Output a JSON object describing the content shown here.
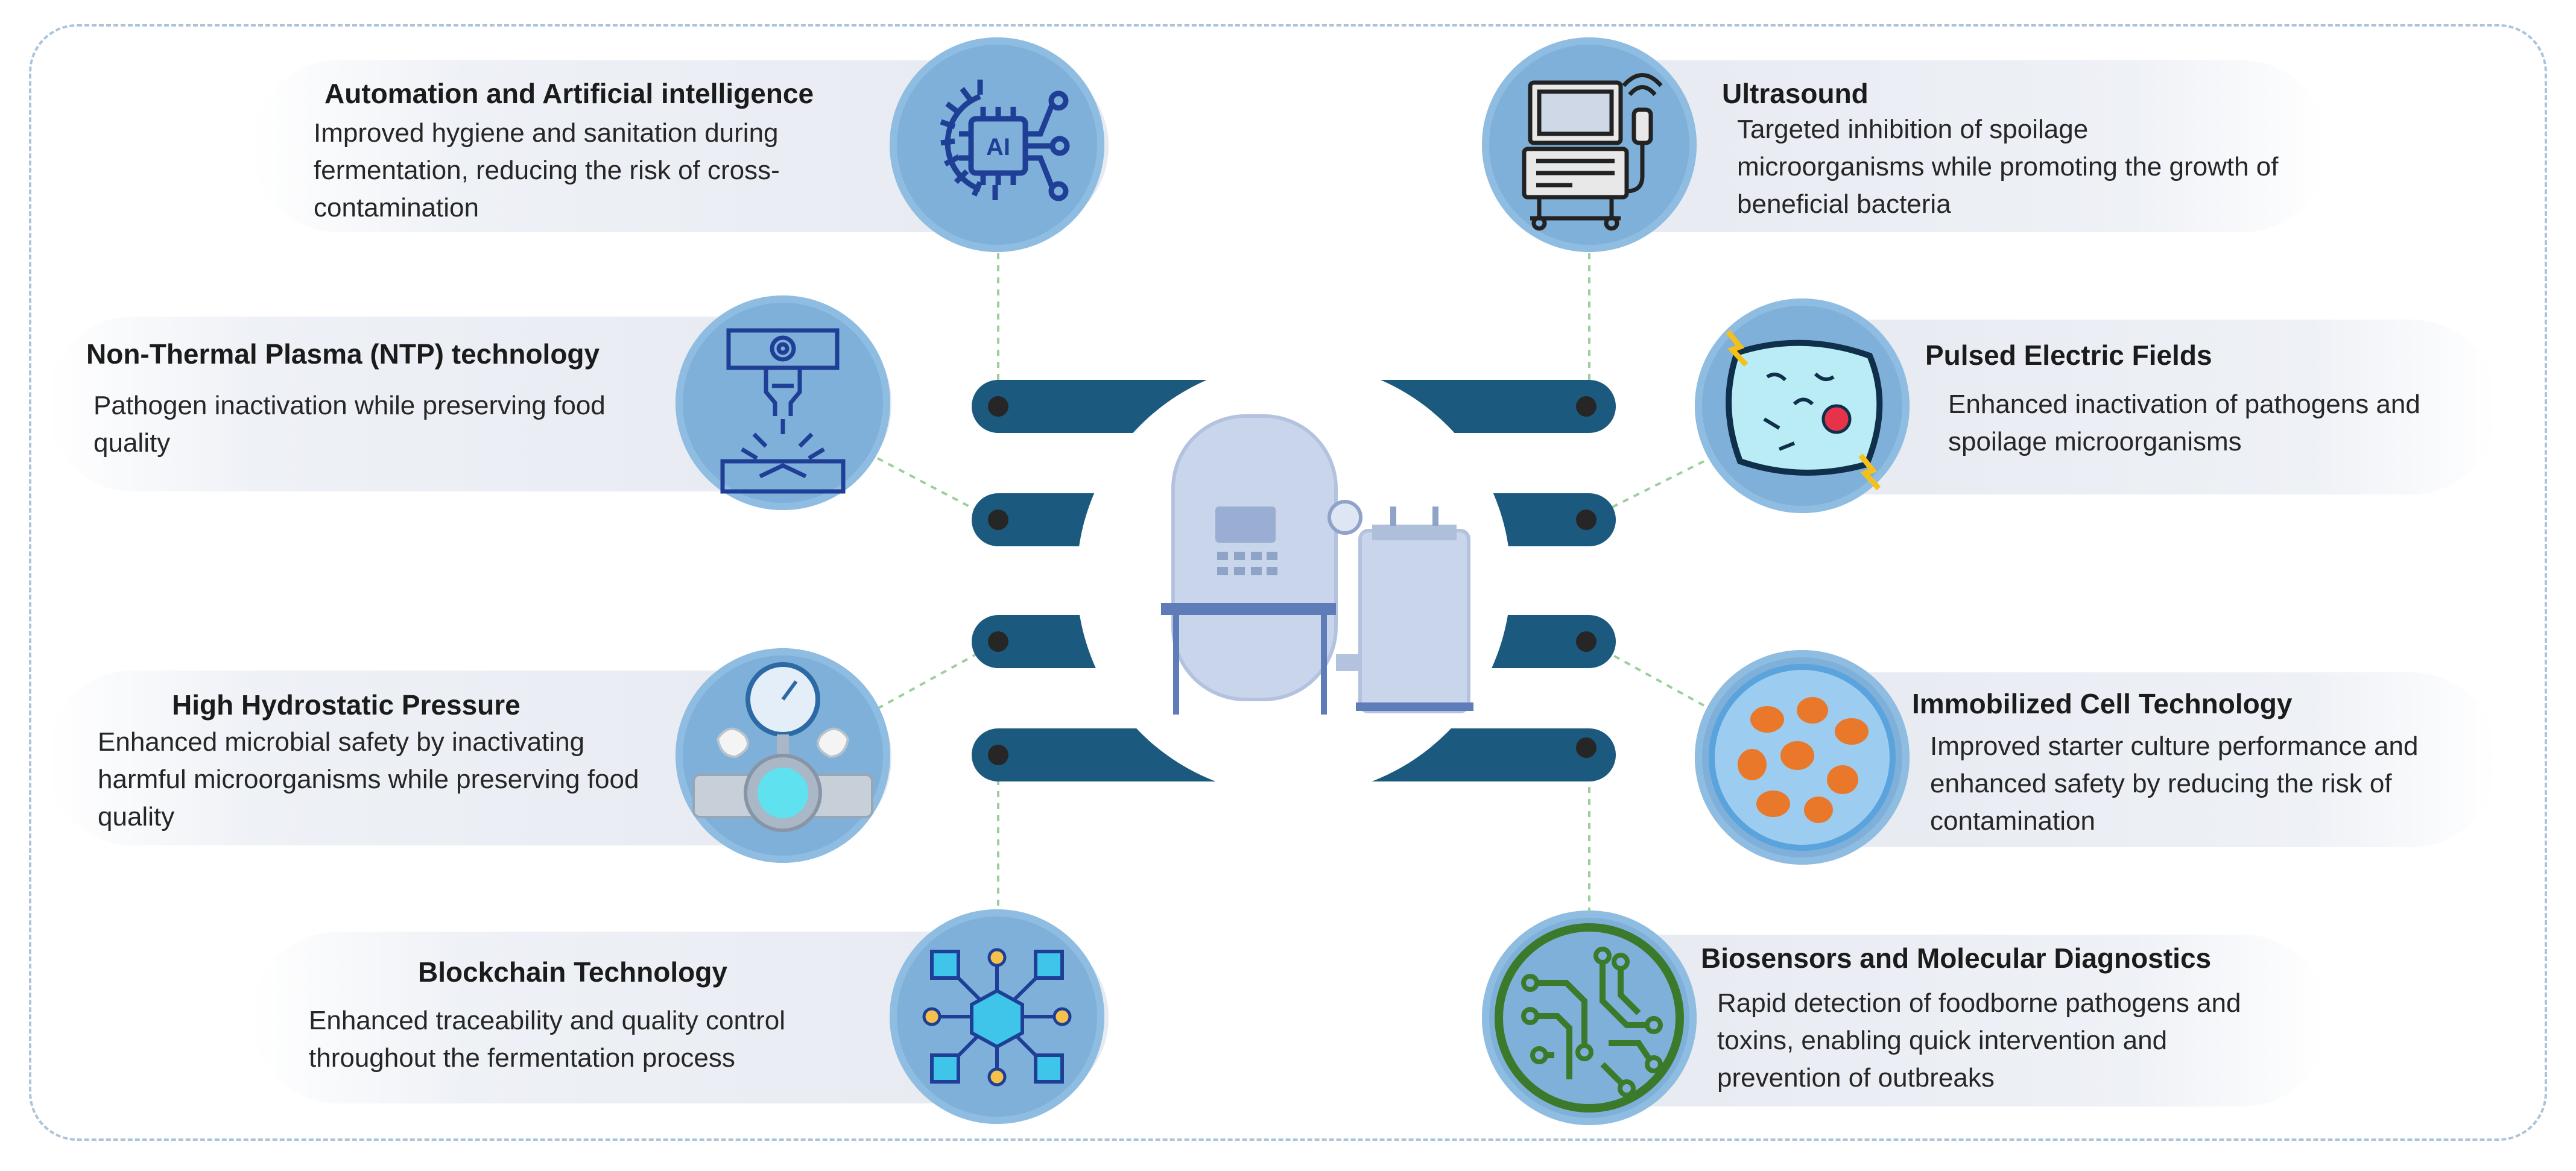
{
  "items": [
    {
      "title": "Automation and Artificial intelligence",
      "desc": "Improved  hygiene and sanitation during fermentation, reducing the risk of cross-contamination",
      "icon": "ai-gear-icon"
    },
    {
      "title": "Non-Thermal Plasma (NTP) technology",
      "desc": "Pathogen inactivation while preserving food quality",
      "icon": "plasma-nozzle-icon"
    },
    {
      "title": "High Hydrostatic  Pressure",
      "desc": "Enhanced microbial safety by inactivating harmful microorganisms while preserving food quality",
      "icon": "pressure-gauge-icon"
    },
    {
      "title": "Blockchain Technology",
      "desc": "Enhanced traceability and quality control throughout the fermentation process",
      "icon": "blockchain-network-icon"
    },
    {
      "title": "Ultrasound",
      "desc": "Targeted inhibition of spoilage microorganisms while promoting the growth of beneficial bacteria",
      "icon": "ultrasound-machine-icon"
    },
    {
      "title": "Pulsed Electric Fields",
      "desc": "Enhanced inactivation of pathogens and spoilage microorganisms",
      "icon": "microbe-cell-icon"
    },
    {
      "title": "Immobilized Cell Technology",
      "desc": "Improved  starter culture performance  and enhanced safety by reducing the risk of contamination",
      "icon": "immobilized-cells-icon"
    },
    {
      "title": "Biosensors  and Molecular Diagnostics",
      "desc": "Rapid detection of foodborne  pathogens and toxins, enabling quick intervention and prevention  of outbreaks",
      "icon": "circuit-board-icon"
    }
  ],
  "center_icon": "fermentation-tank-icon",
  "colors": {
    "band": "#1b5a7e",
    "circle": "#7fb0d9",
    "pill": "#e6eaf1",
    "connector": "#9ccf9c",
    "frame": "#aac4dc"
  }
}
